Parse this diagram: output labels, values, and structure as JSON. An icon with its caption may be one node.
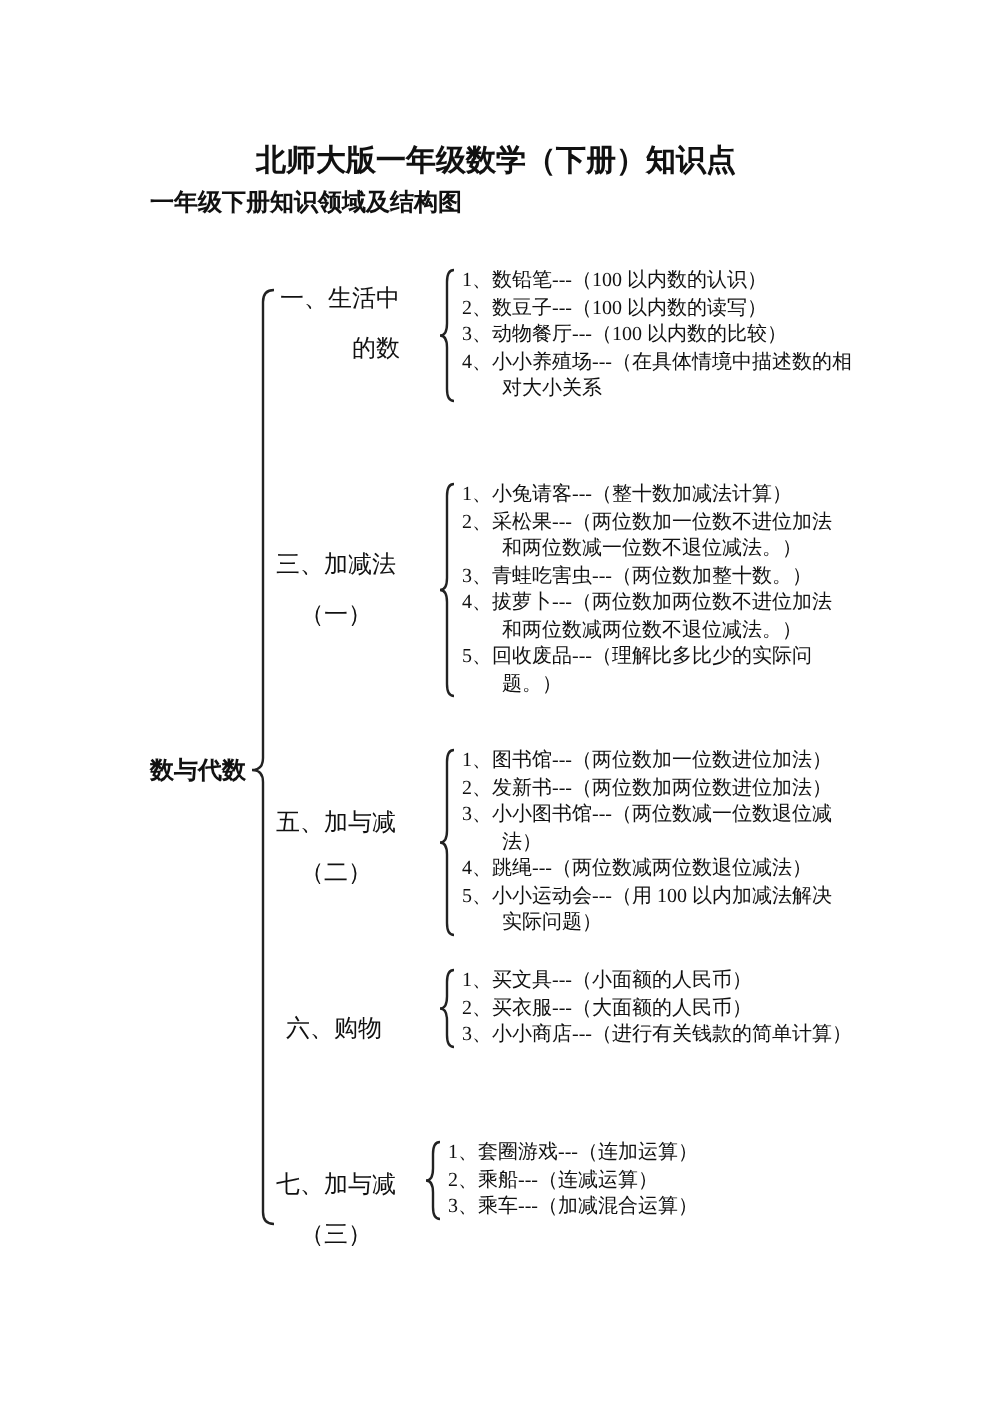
{
  "diagram": {
    "title": "北师大版一年级数学（下册）知识点",
    "labels": [
      "一年级下册知识领域及结构图",
      "数与代数",
      "一、生活中的数",
      "1、数铅笔---（100 以内数的认识）",
      "2、数豆子---（100 以内数的读写）",
      "3、动物餐厅---（100 以内数的比较）",
      "4、小小养殖场---（在具体情境中描述数的相对大小关系",
      "三、加减法（一）",
      "1、小兔请客---（整十数加减法计算）",
      "2、采松果---（两位数加一位数不进位加法和两位数减一位数不退位减法。）",
      "3、青蛙吃害虫---（两位数加整十数。）",
      "4、拔萝卜---（两位数加两位数不进位加法和两位数减两位数不退位减法。）",
      "5、回收废品---（理解比多比少的实际问题。）",
      "五、加与减（二）",
      "1、图书馆---（两位数加一位数进位加法）",
      "2、发新书---（两位数加两位数进位加法）",
      "3、小小图书馆---（两位数减一位数退位减法）",
      "4、跳绳---（两位数减两位数退位减法）",
      "5、小小运动会---（用 100 以内加减法解决实际问题）",
      "六、购物",
      "1、买文具---（小面额的人民币）",
      "2、买衣服---（大面额的人民币）",
      "3、小小商店---（进行有关钱款的简单计算）",
      "七、加与减（三）",
      "1、套圈游戏---（连加运算）",
      "2、乘船---（连减运算）",
      "3、乘车---（加减混合运算）"
    ]
  }
}
